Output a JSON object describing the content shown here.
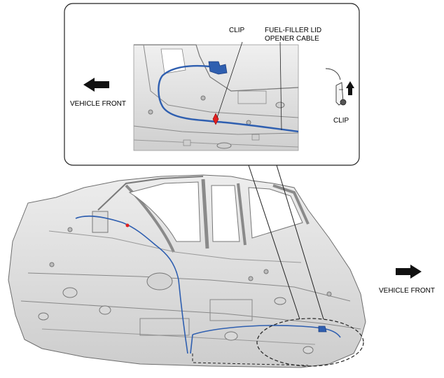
{
  "labels": {
    "clip_top": "CLIP",
    "cable_line1": "FUEL-FILLER LID",
    "cable_line2": "OPENER CABLE",
    "vehicle_front_inset": "VEHICLE FRONT",
    "vehicle_front_main": "VEHICLE FRONT",
    "clip_detail": "CLIP"
  },
  "colors": {
    "cable": "#2f5fb0",
    "clip_highlight": "#e02020",
    "body_panel": "#e4e4e4",
    "panel_lines": "#7a7a7a"
  },
  "icons": {
    "inset_arrow": "arrow-left-icon",
    "main_arrow": "arrow-right-icon",
    "clip_arrow": "arrow-up-icon"
  }
}
